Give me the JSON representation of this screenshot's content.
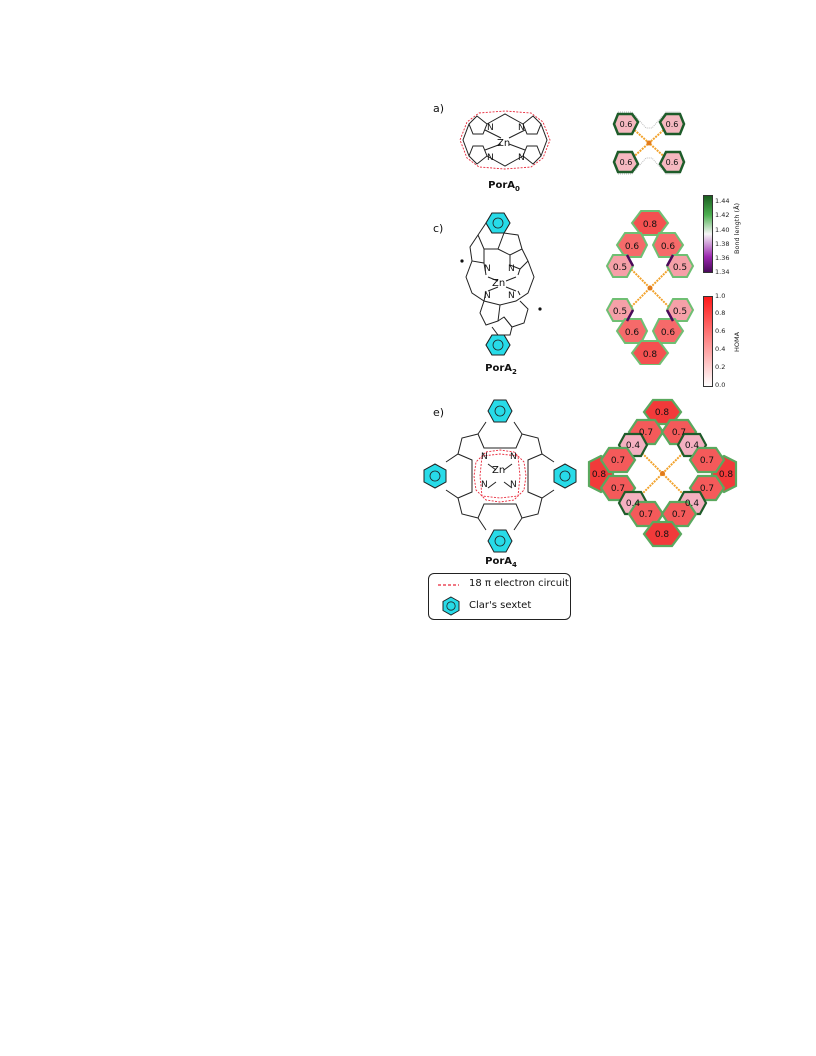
{
  "panels": {
    "a": {
      "label": "a)",
      "molecule": "PorA",
      "subscript": "0",
      "center": "Zn",
      "atoms": [
        "N",
        "N",
        "N",
        "N"
      ]
    },
    "c": {
      "label": "c)",
      "molecule": "PorA",
      "subscript": "2",
      "center": "Zn",
      "atoms": [
        "N",
        "N",
        "N",
        "N"
      ]
    },
    "e": {
      "label": "e)",
      "molecule": "PorA",
      "subscript": "4",
      "center": "Zn",
      "atoms": [
        "N",
        "N",
        "N",
        "N"
      ]
    }
  },
  "homa_values": {
    "a": [
      "0.6",
      "0.6",
      "0.6",
      "0.6"
    ],
    "c": [
      "0.8",
      "0.6",
      "0.6",
      "0.5",
      "0.5",
      "0.5",
      "0.5",
      "0.6",
      "0.6",
      "0.8"
    ],
    "e": [
      "0.8",
      "0.7",
      "0.7",
      "0.4",
      "0.4",
      "0.8",
      "0.7",
      "0.7",
      "0.8",
      "0.7",
      "0.7",
      "0.4",
      "0.4",
      "0.7",
      "0.7",
      "0.8"
    ]
  },
  "colorbars": {
    "bond": {
      "title": "Bond length (Å)",
      "ticks": [
        "1.44",
        "1.42",
        "1.40",
        "1.38",
        "1.36",
        "1.34"
      ],
      "colors": [
        "#1b5e20",
        "#4caf50",
        "#f5f5f5",
        "#9c27b0",
        "#4a0a5a"
      ]
    },
    "homa": {
      "title": "HOMA",
      "ticks": [
        "1.0",
        "0.8",
        "0.6",
        "0.4",
        "0.2",
        "0.0"
      ],
      "colors": [
        "#ff1a1a",
        "#ffffff"
      ]
    }
  },
  "legend": {
    "circuit_label": "18 π electron circuit",
    "sextet_label": "Clar's sextet"
  },
  "colors": {
    "circuit": "#e8283a",
    "sextet": "#27dbe8",
    "bond_dark": "#1e5c2a",
    "homa_high": "#f23a3a"
  }
}
